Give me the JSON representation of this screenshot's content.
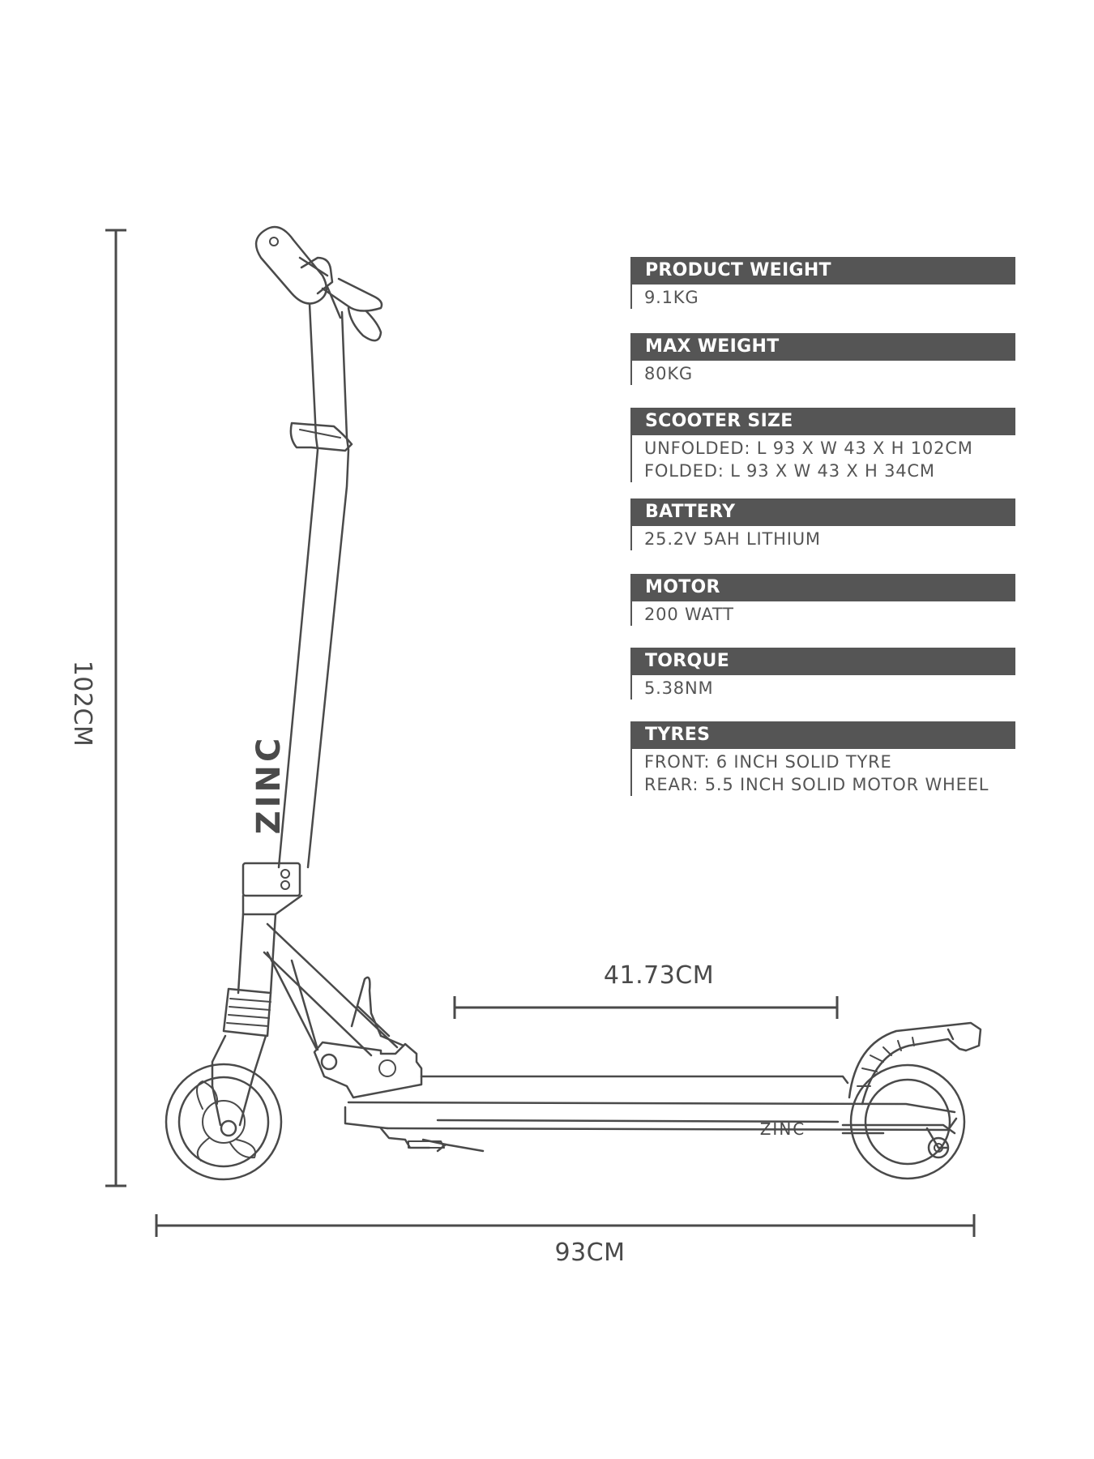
{
  "dimensions": {
    "height": "102CM",
    "length": "93CM",
    "deck": "41.73CM"
  },
  "brand": {
    "stem_logo": "ZINC",
    "deck_logo": "ZINC"
  },
  "specs": [
    {
      "title": "PRODUCT WEIGHT",
      "lines": [
        "9.1KG"
      ]
    },
    {
      "title": "MAX WEIGHT",
      "lines": [
        "80KG"
      ]
    },
    {
      "title": "SCOOTER SIZE",
      "lines": [
        "UNFOLDED: L 93 X W 43 X H 102CM",
        "FOLDED: L 93 X W 43 X H 34CM"
      ]
    },
    {
      "title": "BATTERY",
      "lines": [
        "25.2V 5AH LITHIUM"
      ]
    },
    {
      "title": "MOTOR",
      "lines": [
        "200 WATT"
      ]
    },
    {
      "title": "TORQUE",
      "lines": [
        "5.38NM"
      ]
    },
    {
      "title": "TYRES",
      "lines": [
        "FRONT: 6 INCH SOLID TYRE",
        "REAR: 5.5 INCH SOLID MOTOR WHEEL"
      ]
    }
  ]
}
